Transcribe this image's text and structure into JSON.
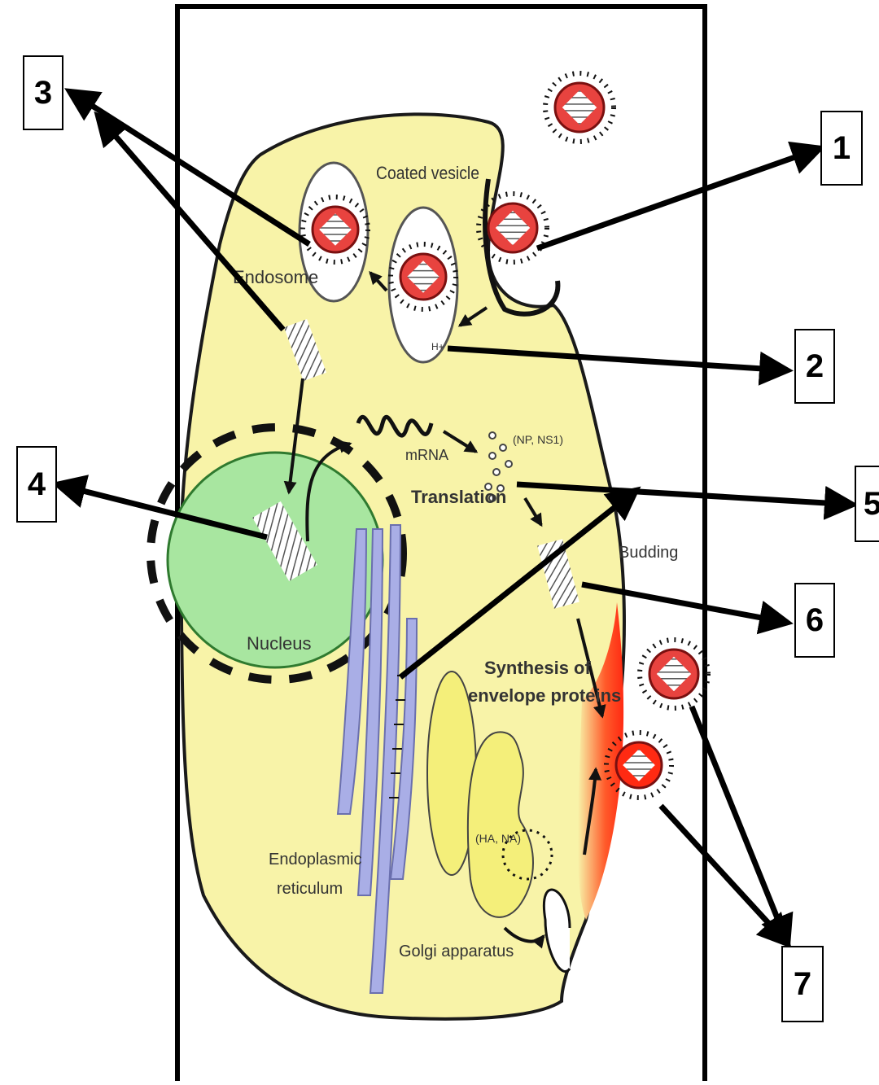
{
  "labels": {
    "coated_vesicle": "Coated vesicle",
    "endosome": "Endosome",
    "h_plus": "H+",
    "mrna": "mRNA",
    "np_ns1": "(NP, NS1)",
    "translation": "Translation",
    "budding": "Budding",
    "nucleus": "Nucleus",
    "synthesis_line1": "Synthesis of",
    "synthesis_line2": "envelope proteins",
    "ha_na": "(HA, NA)",
    "er_line1": "Endoplasmic",
    "er_line2": "reticulum",
    "golgi": "Golgi apparatus"
  },
  "callouts": [
    "1",
    "2",
    "3",
    "4",
    "5",
    "6",
    "7"
  ],
  "colors": {
    "cytoplasm": "#f8f3a8",
    "nucleus": "#a8e6a0",
    "virion": "#e8433f",
    "er": "#a9aee6",
    "golgi": "#f4ef7a",
    "budding_red": "#ff2a12",
    "frame": "#000000"
  }
}
